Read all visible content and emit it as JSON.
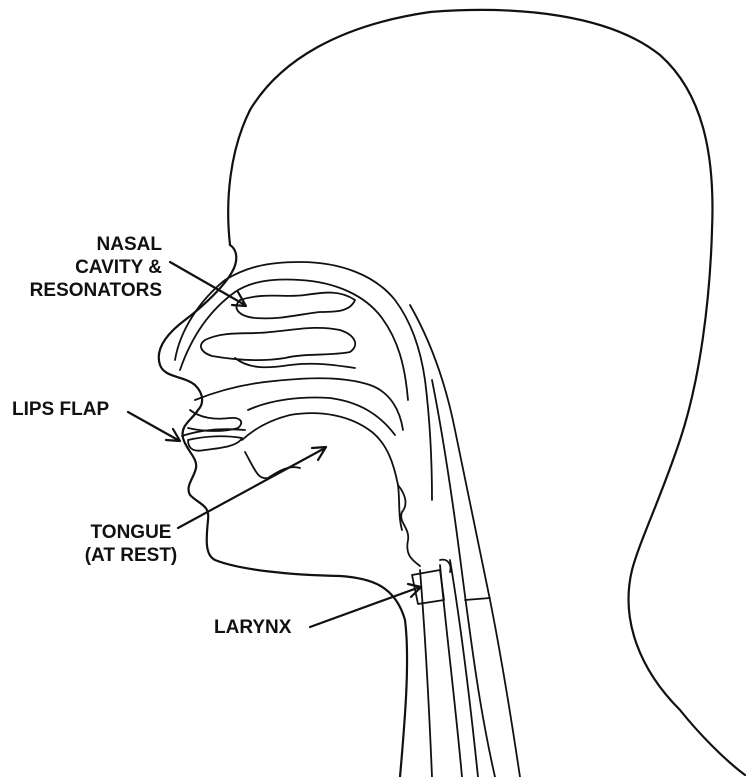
{
  "labels": {
    "nasal": [
      "NASAL",
      "CAVITY &",
      "RESONATORS"
    ],
    "lips": "LIPS FLAP",
    "tongue": [
      "TONGUE",
      "(AT REST)"
    ],
    "larynx": "LARYNX"
  },
  "colors": {
    "line": "#111111",
    "background": "#ffffff"
  }
}
